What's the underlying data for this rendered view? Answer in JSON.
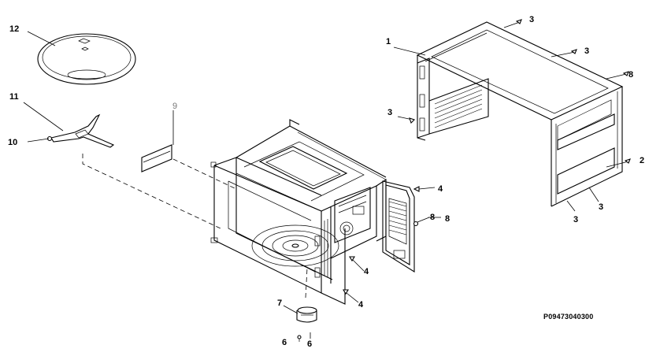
{
  "drawing_code": "P09473040300",
  "callouts": {
    "c1": "1",
    "c2": "2",
    "c3a": "3",
    "c3b": "3",
    "c3c": "3",
    "c3d": "3",
    "c3e": "3",
    "c4a": "4",
    "c4b": "4",
    "c4c": "4",
    "c6a": "6",
    "c6b": "6",
    "c7": "7",
    "c8a": "8",
    "c8b": "8",
    "c8c": "8",
    "c9": "9",
    "c10": "10",
    "c11": "11",
    "c12": "12"
  }
}
